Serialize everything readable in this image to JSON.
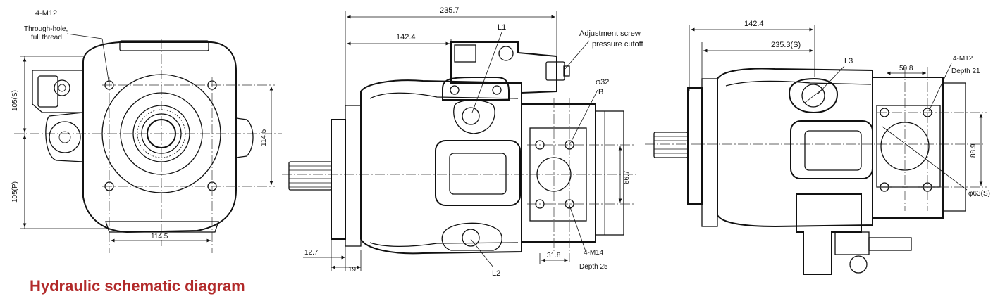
{
  "caption": "Hydraulic schematic diagram",
  "caption_color": "#b22a2a",
  "front_view": {
    "thread_spec": "4-M12",
    "thread_note_1": "Through-hole,",
    "thread_note_2": "full thread",
    "dim_upper": "105(S)",
    "dim_lower": "105(P)",
    "dim_right": "114.5",
    "dim_bottom": "114.5"
  },
  "side_view": {
    "dim_overall": "235.7",
    "dim_flange": "142.4",
    "port_l1": "L1",
    "port_l2": "L2",
    "adjust_line_1": "Adjustment screw",
    "adjust_line_2": "pressure cutoff",
    "port_dia": "φ32",
    "port_b": "B",
    "dim_port_height": "66.7",
    "dim_shaft_1": "12.7",
    "dim_shaft_2": "19",
    "dim_port_spacing": "31.8",
    "thread_spec": "4-M14",
    "thread_depth": "Depth 25"
  },
  "rear_view": {
    "dim_flange": "142.4",
    "dim_overall": "235.3(S)",
    "port_l3": "L3",
    "dim_port_spacing": "50.8",
    "thread_spec": "4-M12",
    "thread_depth": "Depth 21",
    "dim_port_height": "88.9",
    "port_dia": "φ63(S)"
  }
}
